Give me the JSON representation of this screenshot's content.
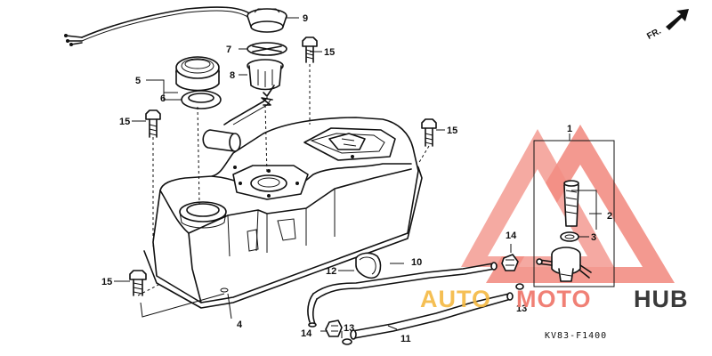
{
  "diagram": {
    "code": "KV83-F1400",
    "direction_label": "FR.",
    "part_labels": [
      {
        "id": "p1",
        "text": "1"
      },
      {
        "id": "p2",
        "text": "2"
      },
      {
        "id": "p3",
        "text": "3"
      },
      {
        "id": "p4",
        "text": "4"
      },
      {
        "id": "p5",
        "text": "5"
      },
      {
        "id": "p6",
        "text": "6"
      },
      {
        "id": "p7",
        "text": "7"
      },
      {
        "id": "p8",
        "text": "8"
      },
      {
        "id": "p9",
        "text": "9"
      },
      {
        "id": "p10",
        "text": "10"
      },
      {
        "id": "p11",
        "text": "11"
      },
      {
        "id": "p12",
        "text": "12"
      },
      {
        "id": "p13a",
        "text": "13"
      },
      {
        "id": "p13b",
        "text": "13"
      },
      {
        "id": "p14a",
        "text": "14"
      },
      {
        "id": "p14b",
        "text": "14"
      },
      {
        "id": "p15a",
        "text": "15"
      },
      {
        "id": "p15b",
        "text": "15"
      },
      {
        "id": "p15c",
        "text": "15"
      },
      {
        "id": "p15d",
        "text": "15"
      }
    ]
  },
  "watermark": {
    "word_auto": "AUTO",
    "word_moto": "MOTO",
    "word_hub": "HUB",
    "colors": {
      "triangle": "#f07a6e",
      "auto": "#f4b942",
      "moto": "#f07a6e",
      "hub": "#3a3a3a"
    }
  }
}
